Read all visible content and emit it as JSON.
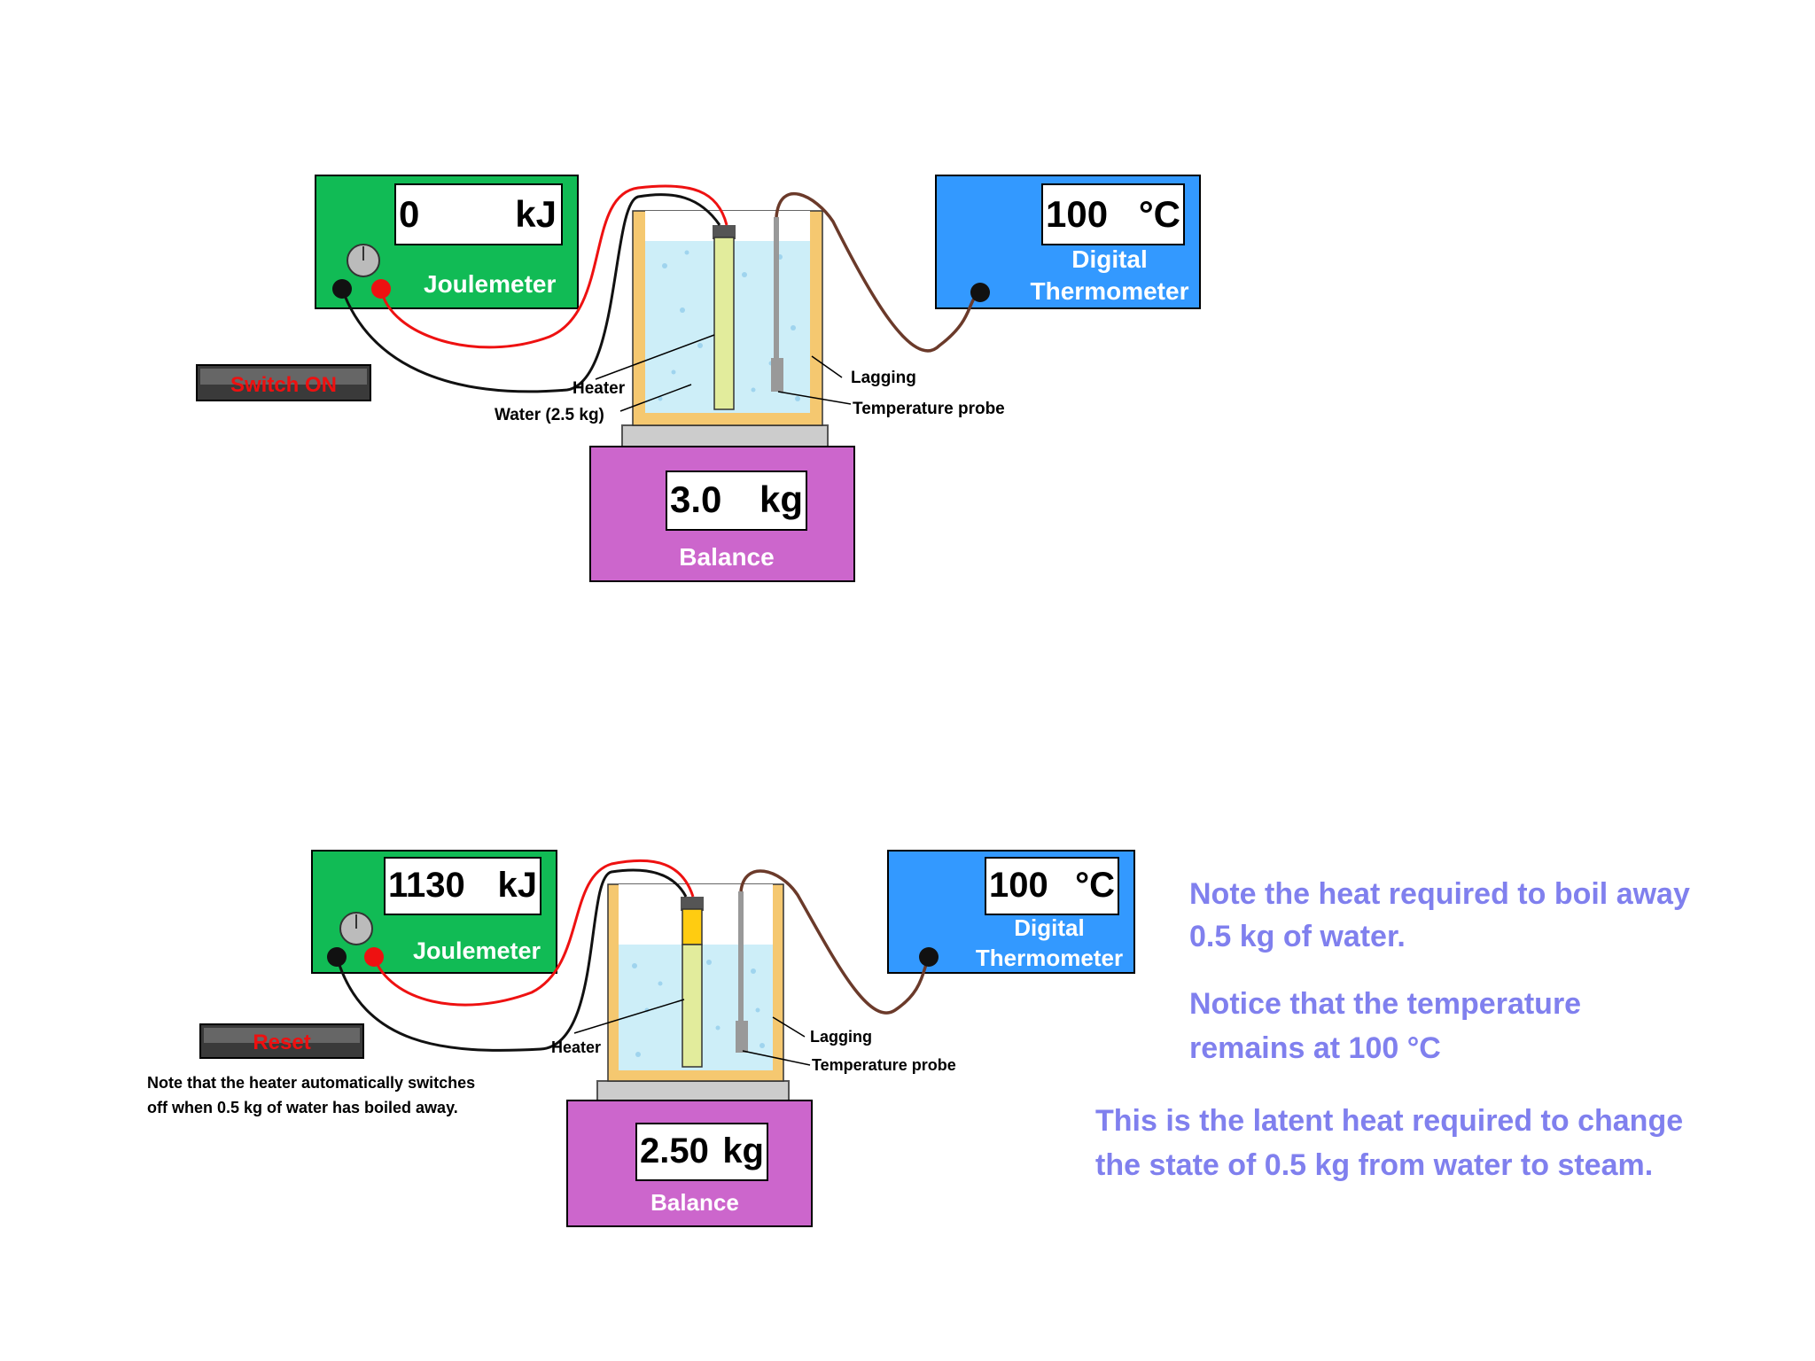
{
  "top": {
    "joulemeter": {
      "reading": "0",
      "unit": "kJ",
      "label": "Joulemeter"
    },
    "thermometer": {
      "reading": "100",
      "unit": "°C",
      "label_line1": "Digital",
      "label_line2": "Thermometer"
    },
    "balance": {
      "reading": "3.0",
      "unit": "kg",
      "label": "Balance"
    },
    "labels": {
      "heater": "Heater",
      "water": "Water (2.5 kg)",
      "lagging": "Lagging",
      "probe": "Temperature probe"
    },
    "button": "Switch ON"
  },
  "bottom": {
    "joulemeter": {
      "reading": "1130",
      "unit": "kJ",
      "label": "Joulemeter"
    },
    "thermometer": {
      "reading": "100",
      "unit": "°C",
      "label_line1": "Digital",
      "label_line2": "Thermometer"
    },
    "balance": {
      "reading": "2.50",
      "unit": "kg",
      "label": "Balance"
    },
    "labels": {
      "heater": "Heater",
      "lagging": "Lagging",
      "probe": "Temperature probe"
    },
    "button": "Reset",
    "auto_note_line1": "Note that the heater automatically switches",
    "auto_note_line2": "off when 0.5 kg of water has boiled away."
  },
  "notes": {
    "n1_line1": "Note the heat required to boil away",
    "n1_line2": "0.5 kg of water.",
    "n2_line1": "Notice that the temperature",
    "n2_line2": "remains at 100 °C",
    "n3_line1": "This is the latent heat required to change",
    "n3_line2": "the state of 0.5 kg from water to steam."
  },
  "colors": {
    "joulemeter": "#11bb55",
    "thermometer": "#3399ff",
    "balance": "#cc66cc",
    "water": "#cdeef8",
    "lagging": "#f5c870",
    "note_text": "#8080ee"
  }
}
